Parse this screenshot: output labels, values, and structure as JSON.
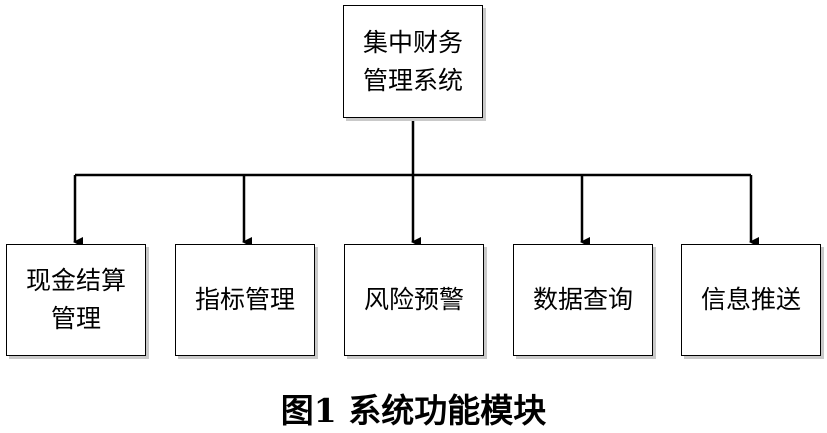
{
  "root": {
    "label": "集中财务\n管理系统"
  },
  "modules": [
    {
      "label": "现金结算\n管理"
    },
    {
      "label": "指标管理"
    },
    {
      "label": "风险预警"
    },
    {
      "label": "数据查询"
    },
    {
      "label": "信息推送"
    }
  ],
  "caption": "图1  系统功能模块"
}
